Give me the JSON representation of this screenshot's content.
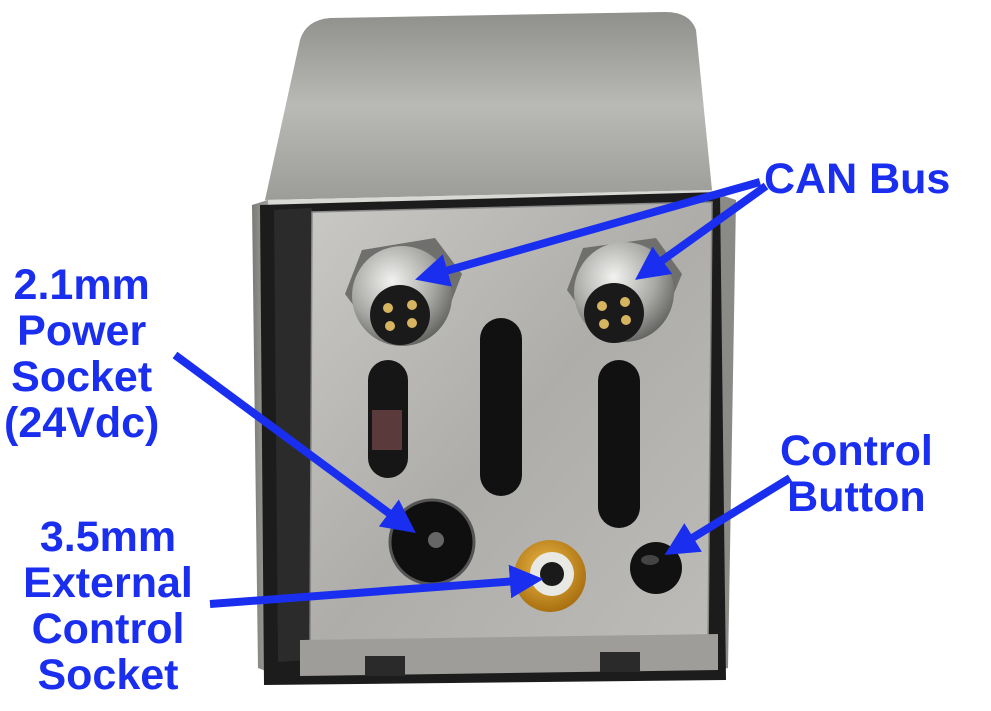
{
  "labels": {
    "can_bus": "CAN Bus",
    "power_socket": [
      "2.1mm",
      "Power",
      "Socket",
      "(24Vdc)"
    ],
    "external_control": [
      "3.5mm",
      "External",
      "Control",
      "Socket"
    ],
    "control_button": [
      "Control",
      "Button"
    ]
  },
  "colors": {
    "label_blue": "#1a2ef0",
    "arrow_blue": "#1a2ef0",
    "housing_steel": "#a9a9a6",
    "panel_steel": "#b7b6b2",
    "socket_orange": "#d99a1f"
  }
}
